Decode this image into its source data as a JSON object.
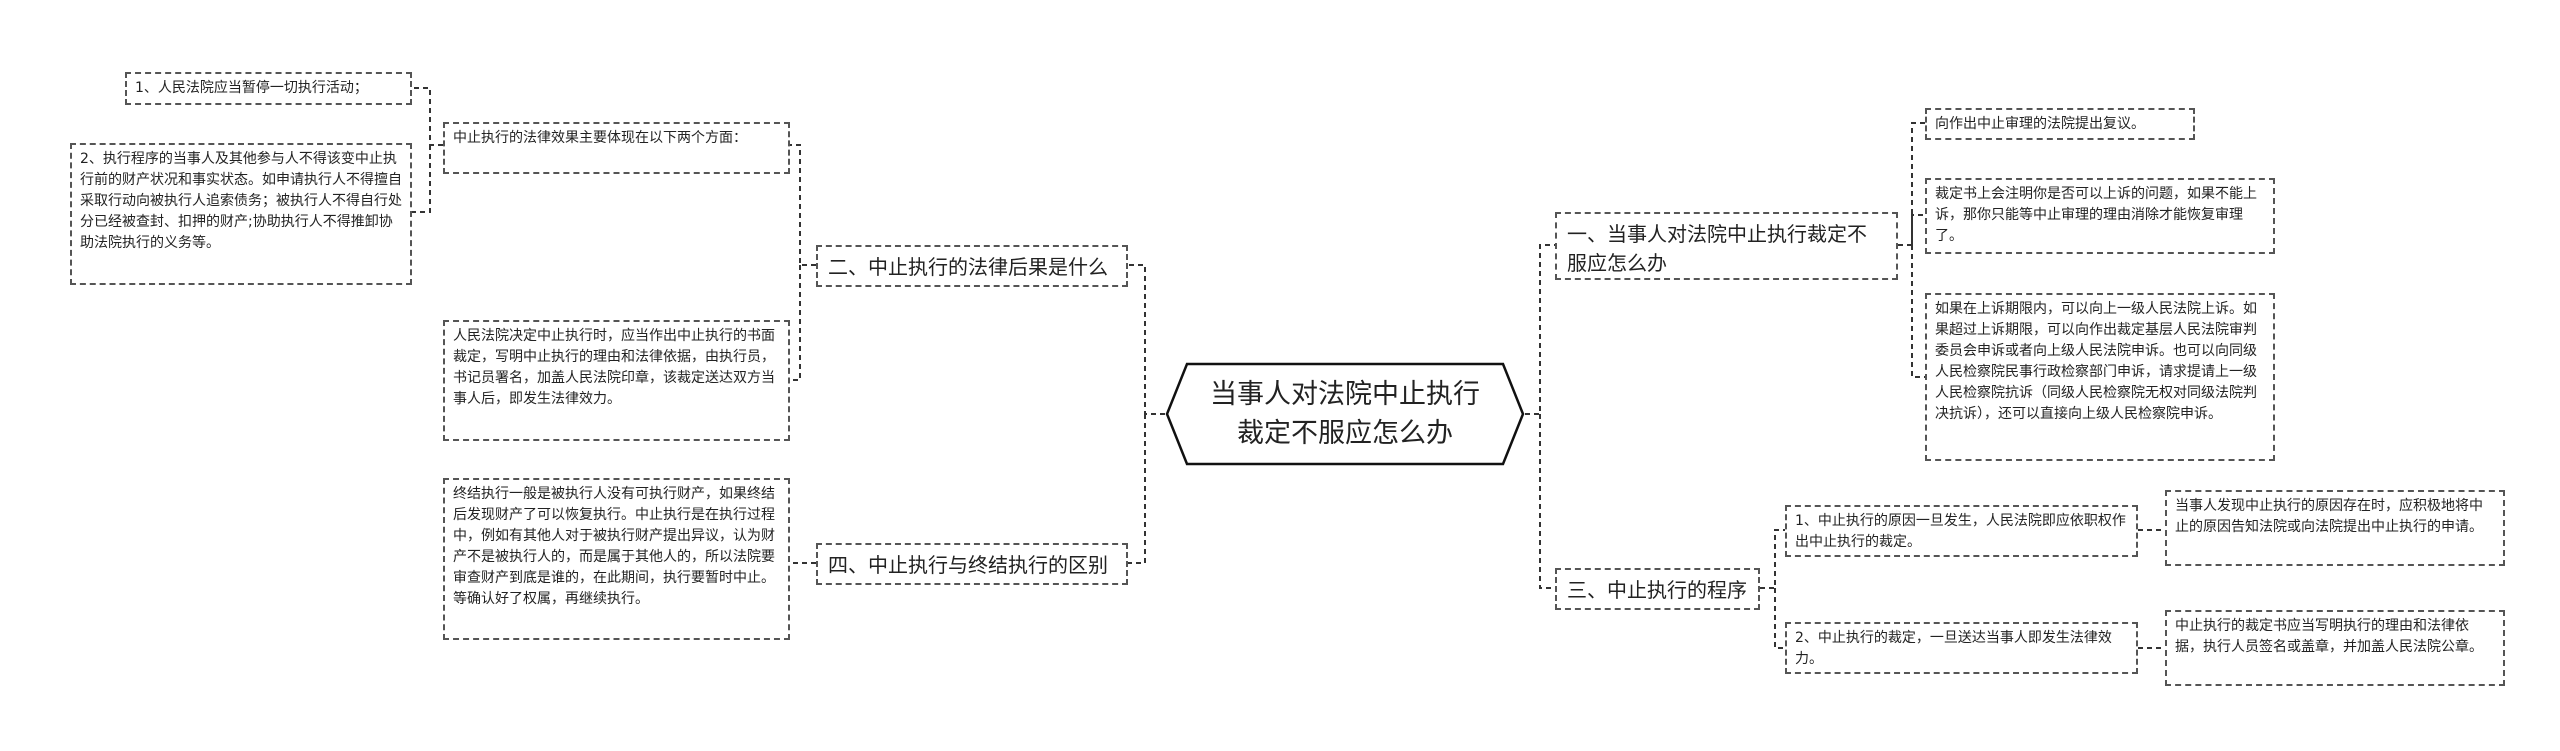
{
  "central": {
    "title": "当事人对法院中止执行裁定不服应怎么办"
  },
  "branches": {
    "b1": {
      "label": "一、当事人对法院中止执行裁定不服应怎么办"
    },
    "b2": {
      "label": "二、中止执行的法律后果是什么"
    },
    "b3": {
      "label": "三、中止执行的程序"
    },
    "b4": {
      "label": "四、中止执行与终结执行的区别"
    }
  },
  "b1_children": [
    {
      "text": "向作出中止审理的法院提出复议。"
    },
    {
      "text": "裁定书上会注明你是否可以上诉的问题，如果不能上诉，那你只能等中止审理的理由消除才能恢复审理了。"
    },
    {
      "text": "如果在上诉期限内，可以向上一级人民法院上诉。如果超过上诉期限，可以向作出裁定基层人民法院审判委员会申诉或者向上级人民法院申诉。也可以向同级人民检察院民事行政检察部门申诉，请求提请上一级人民检察院抗诉（同级人民检察院无权对同级法院判决抗诉），还可以直接向上级人民检察院申诉。"
    }
  ],
  "b2_children": [
    {
      "text": "中止执行的法律效果主要体现在以下两个方面："
    },
    {
      "text": "人民法院决定中止执行时，应当作出中止执行的书面裁定，写明中止执行的理由和法律依据，由执行员，书记员署名，加盖人民法院印章，该裁定送达双方当事人后，即发生法律效力。"
    }
  ],
  "b2_sub": [
    {
      "text": "1、人民法院应当暂停一切执行活动；"
    },
    {
      "text": "2、执行程序的当事人及其他参与人不得该变中止执行前的财产状况和事实状态。如申请执行人不得擅自采取行动向被执行人追索债务；被执行人不得自行处分已经被查封、扣押的财产;协助执行人不得推卸协助法院执行的义务等。"
    }
  ],
  "b3_children": [
    {
      "text": "1、中止执行的原因一旦发生，人民法院即应依职权作出中止执行的裁定。"
    },
    {
      "text": "2、中止执行的裁定，一旦送达当事人即发生法律效力。"
    }
  ],
  "b3_sub": [
    {
      "text": "当事人发现中止执行的原因存在时，应积极地将中止的原因告知法院或向法院提出中止执行的申请。"
    },
    {
      "text": "中止执行的裁定书应当写明执行的理由和法律依据，执行人员签名或盖章，并加盖人民法院公章。"
    }
  ],
  "b4_children": [
    {
      "text": "终结执行一般是被执行人没有可执行财产，如果终结后发现财产了可以恢复执行。中止执行是在执行过程中，例如有其他人对于被执行财产提出异议，认为财产不是被执行人的，而是属于其他人的，所以法院要审查财产到底是谁的，在此期间，执行要暂时中止。等确认好了权属，再继续执行。"
    }
  ]
}
